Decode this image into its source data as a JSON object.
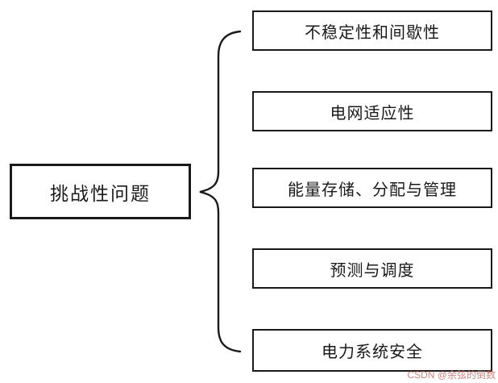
{
  "diagram": {
    "root": {
      "label": "挑战性问题"
    },
    "branches": [
      {
        "label": "不稳定性和间歇性"
      },
      {
        "label": "电网适应性"
      },
      {
        "label": "能量存储、分配与管理"
      },
      {
        "label": "预测与调度"
      },
      {
        "label": "电力系统安全"
      }
    ],
    "connector": "left-curly-brace"
  },
  "watermark": {
    "text": "CSDN @余弦的倒数"
  },
  "colors": {
    "background": "#ffffff",
    "border": "#1a1a1a",
    "text": "#1a1a1a",
    "watermark": "#c46e6a"
  }
}
